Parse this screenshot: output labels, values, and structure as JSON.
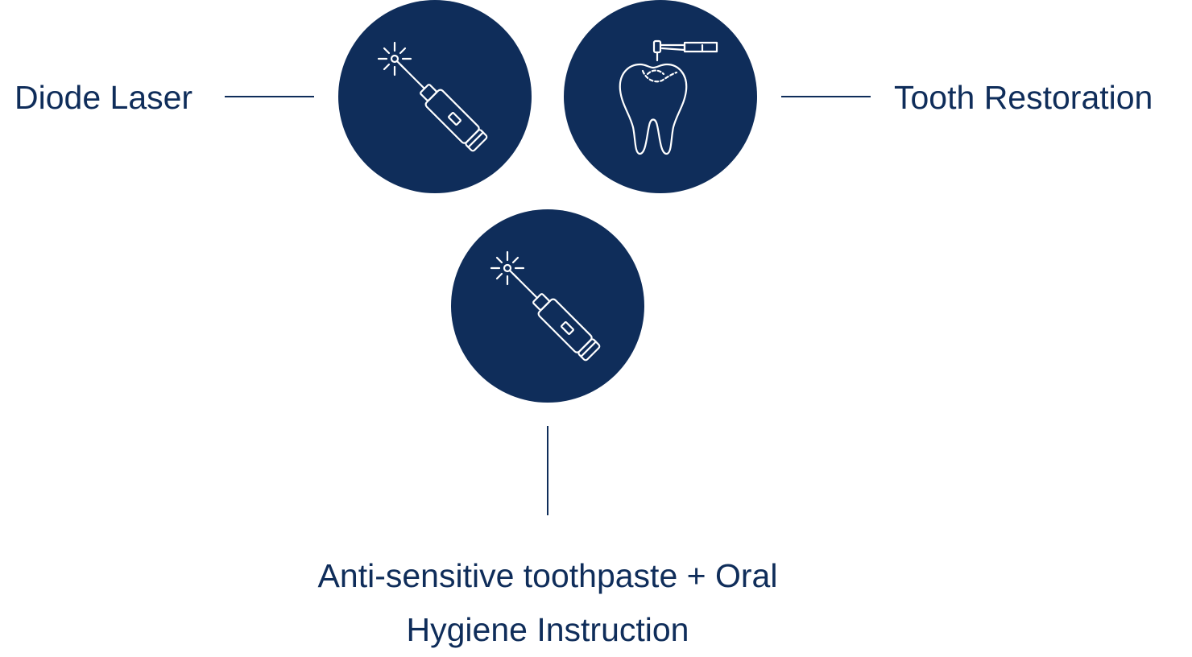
{
  "colors": {
    "navy": "#0f2d5a",
    "background": "#ffffff",
    "icon_stroke": "#ffffff"
  },
  "nodes": [
    {
      "label": "Diode Laser",
      "icon": "laser-pen-icon"
    },
    {
      "label": "Tooth Restoration",
      "icon": "tooth-drill-icon"
    },
    {
      "label_lines": [
        "Anti-sensitive toothpaste + Oral",
        "Hygiene Instruction"
      ],
      "icon": "laser-pen-icon"
    }
  ]
}
